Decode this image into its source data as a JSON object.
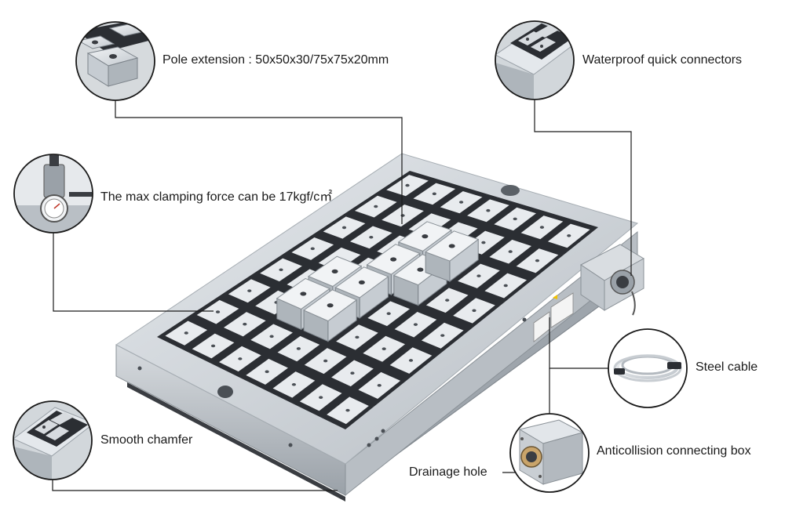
{
  "callouts": {
    "pole_extension": "Pole extension : 50x50x30/75x75x20mm",
    "clamping_force": "The max clamping force can be 17kgf/c㎡",
    "waterproof": "Waterproof quick connectors",
    "steel_cable": "Steel cable",
    "anticollision": "Anticollision connecting box",
    "drainage": "Drainage hole",
    "chamfer": "Smooth chamfer"
  },
  "colors": {
    "leader_line": "#1a1a1a",
    "steel": "#c9ced3",
    "steel_dark": "#8f969c",
    "insulation": "#2b2e33",
    "background": "#ffffff"
  }
}
